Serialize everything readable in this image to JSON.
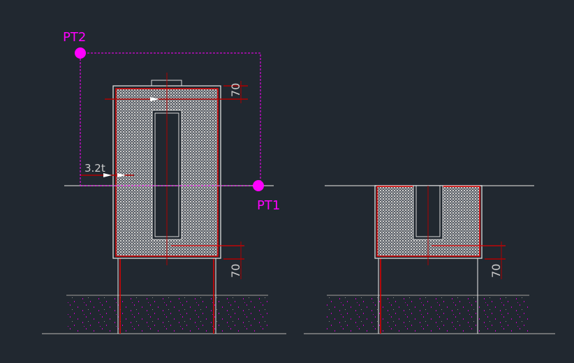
{
  "drawing": {
    "points": {
      "pt1_label": "PT1",
      "pt2_label": "PT2"
    },
    "left_view": {
      "dim_top": "70",
      "dim_bottom": "70",
      "thickness_label": "3.2t"
    },
    "right_view": {
      "dim_bottom": "70"
    }
  },
  "colors": {
    "background": "#212830",
    "magenta": "#ff00ff",
    "red": "#e00000",
    "line": "#c8c8c8"
  }
}
